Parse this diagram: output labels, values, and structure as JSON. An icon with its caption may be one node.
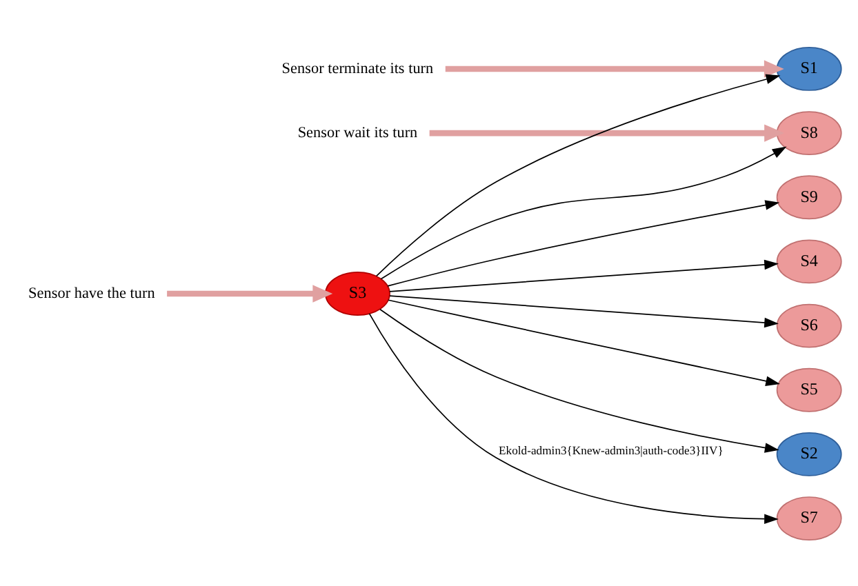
{
  "diagram": {
    "nodes": [
      {
        "text": [
          "Sensor terminate its turn"
        ]
      },
      {
        "text": [
          "S1"
        ]
      },
      {
        "text": [
          "S2"
        ]
      },
      {
        "text": [
          "S7"
        ]
      },
      {
        "text": [
          "S9"
        ]
      },
      {
        "text": [
          "S4"
        ]
      },
      {
        "text": [
          "S8"
        ]
      },
      {
        "text": [
          "Sensor wait its turn"
        ]
      },
      {
        "text": [
          "S6"
        ]
      },
      {
        "text": [
          "Sensor have the turn"
        ]
      },
      {
        "text": [
          "S3"
        ]
      },
      {
        "text": [
          "S5"
        ]
      }
    ],
    "edges": [
      {
        "from": 0,
        "to": 1,
        "arrow": "to",
        "style": "thick",
        "color": "#e0a0a0"
      },
      {
        "from": 7,
        "to": 6,
        "arrow": "to",
        "style": "thick",
        "color": "#e0a0a0"
      },
      {
        "from": 9,
        "to": 10,
        "arrow": "to",
        "style": "thick",
        "color": "#e0a0a0"
      },
      {
        "from": 10,
        "to": 1,
        "arrow": "to"
      },
      {
        "from": 10,
        "to": 2,
        "arrow": "to"
      },
      {
        "from": 10,
        "to": 3,
        "arrow": "to",
        "label": "Ekold-admin3{Knew-admin3|auth-code3}IIV}"
      },
      {
        "from": 10,
        "to": 4,
        "arrow": "to"
      },
      {
        "from": 10,
        "to": 5,
        "arrow": "to"
      },
      {
        "from": 10,
        "to": 6,
        "arrow": "to"
      },
      {
        "from": 10,
        "to": 8,
        "arrow": "to"
      },
      {
        "from": 10,
        "to": 11,
        "arrow": "to"
      }
    ]
  }
}
